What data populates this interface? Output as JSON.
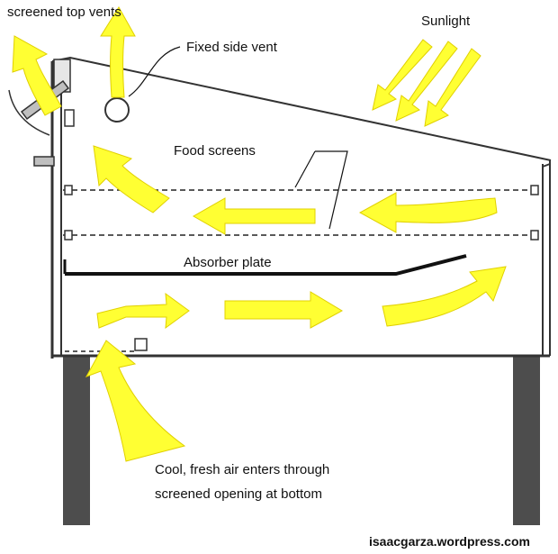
{
  "labels": {
    "top_vents": "screened top vents",
    "side_vent": "Fixed side vent",
    "sunlight": "Sunlight",
    "food_screens": "Food screens",
    "absorber": "Absorber plate",
    "intake_line1": "Cool, fresh air enters through",
    "intake_line2": "screened opening at bottom"
  },
  "credit": "isaacgarza.wordpress.com",
  "colors": {
    "airflow": "#ffff33",
    "outline": "#333333",
    "leg": "#4d4d4d",
    "wall_fill": "#f4f4f4"
  }
}
